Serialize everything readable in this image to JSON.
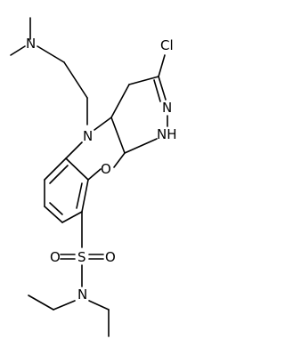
{
  "atoms": {
    "cl": "Cl",
    "n_dimethylamino": "N",
    "n_ring": "N",
    "n_hydrazone": "N",
    "nh": "NH",
    "o_ring": "O",
    "s": "S",
    "o_sulfonyl_left": "O",
    "o_sulfonyl_right": "O",
    "n_sulfonamide": "N"
  },
  "colors": {
    "bond": "#000000",
    "label": "#000000",
    "background": "#ffffff"
  }
}
